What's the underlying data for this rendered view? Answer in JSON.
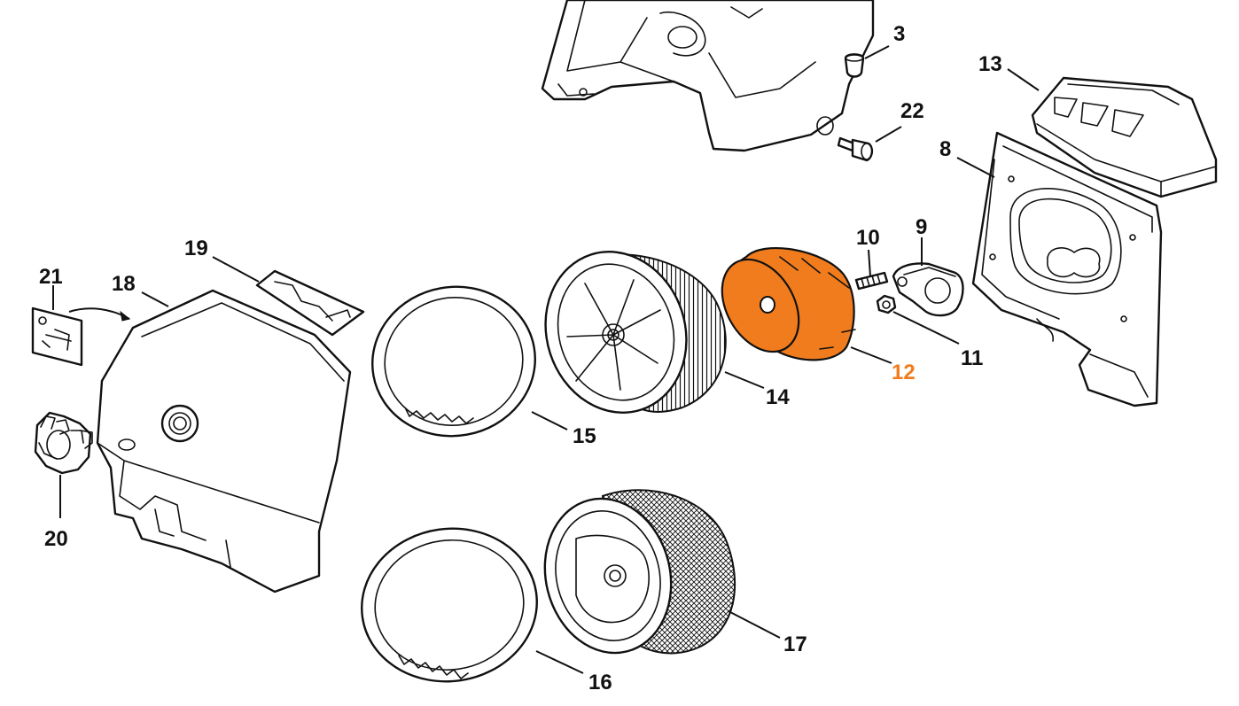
{
  "highlight_color": "#f07c1e",
  "callouts": {
    "c3": "3",
    "c22": "22",
    "c13": "13",
    "c8": "8",
    "c10": "10",
    "c9": "9",
    "c11": "11",
    "c12": "12",
    "c19": "19",
    "c21": "21",
    "c18": "18",
    "c14": "14",
    "c15": "15",
    "c20": "20",
    "c16": "16",
    "c17": "17"
  },
  "highlighted_part": "12"
}
